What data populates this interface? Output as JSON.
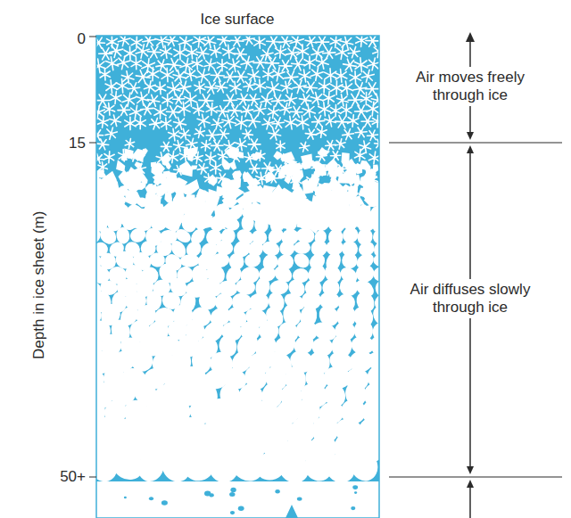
{
  "diagram": {
    "labels": [
      "Ice surface",
      "0",
      "15",
      "50+",
      "Depth in ice sheet (m)",
      "Air moves freely through ice",
      "Air diffuses slowly through ice"
    ]
  }
}
